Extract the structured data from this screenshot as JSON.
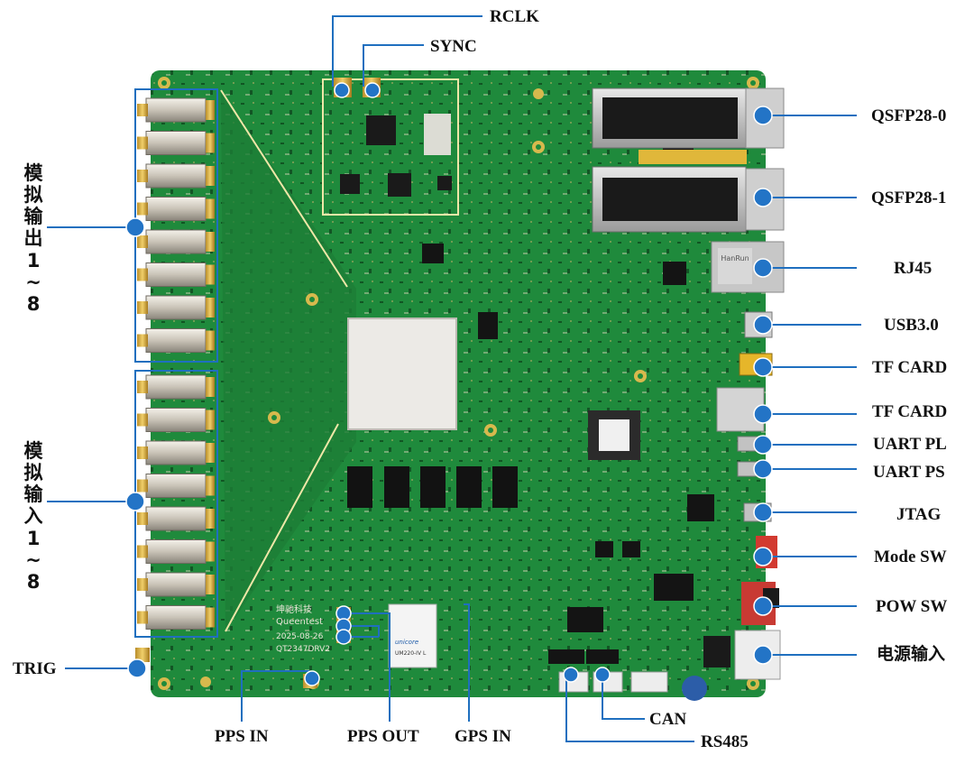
{
  "board": {
    "brand_cn": "坤驰科技",
    "brand_en": "Queentest",
    "date": "2025-08-26",
    "model": "QT2347DRV2",
    "gps_module_brand": "unicore",
    "gps_module_model": "UM220-IV L",
    "ethernet_brand": "HanRun"
  },
  "labels": {
    "rclk": "RCLK",
    "sync": "SYNC",
    "qsfp0": "QSFP28-0",
    "qsfp1": "QSFP28-1",
    "rj45": "RJ45",
    "usb": "USB3.0",
    "tf1": "TF CARD",
    "tf2": "TF CARD",
    "uart_pl": "UART PL",
    "uart_ps": "UART PS",
    "jtag": "JTAG",
    "mode_sw": "Mode SW",
    "pow_sw": "POW SW",
    "power_in": "电源输入",
    "can": "CAN",
    "rs485": "RS485",
    "gps_in": "GPS IN",
    "pps_out": "PPS OUT",
    "pps_in": "PPS IN",
    "trig": "TRIG",
    "analog_out": "模拟输出1~8",
    "analog_in": "模拟输入1~8"
  },
  "colors": {
    "pcb": "#1f8a3c",
    "pcb_dark": "#176b2e",
    "callout": "#1f6fbf",
    "marker": "#2374c6"
  }
}
